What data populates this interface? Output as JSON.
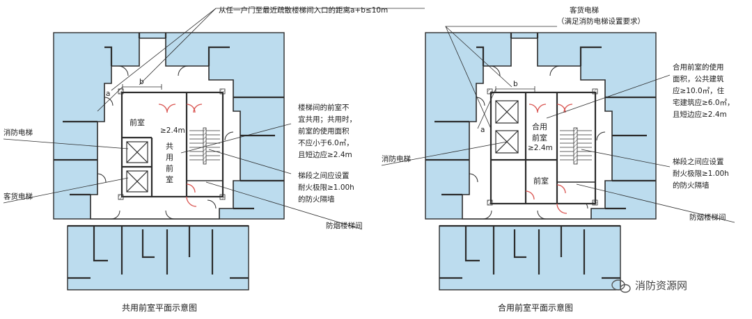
{
  "left_plan": {
    "top_note": "从任一户门至最近疏散楼梯间入口的距离a+b≤10m",
    "label_fire_elevator": "消防电梯",
    "label_freight_elevator": "客货电梯",
    "note_front_room": [
      "楼梯间的前室不",
      "宜共用；共用时，",
      "前室的使用面积",
      "不应小于6.0㎡，",
      "且短边应≥2.4m"
    ],
    "note_fire_wall": [
      "梯段之间应设置",
      "耐火极限≥1.00h",
      "的防火隔墙"
    ],
    "label_smoke_stair": "防烟楼梯间",
    "room_front": "前室",
    "room_shared_front": [
      "共",
      "用",
      "前",
      "室"
    ],
    "dim_24": "≥2.4m",
    "dim_a": "a",
    "dim_b": "b",
    "caption": "共用前室平面示意图"
  },
  "right_plan": {
    "label_freight_elevator": "客货电梯",
    "label_freight_note": "（满足消防电梯设置要求）",
    "label_fire_elevator": "消防电梯",
    "note_combined_front": [
      "合用前室的使用",
      "面积，公共建筑",
      "应≥10.0㎡，住",
      "宅建筑应≥6.0㎡，",
      "且短边应≥2.4m"
    ],
    "note_fire_wall": [
      "梯段之间应设置",
      "耐火极限≥1.00h",
      "的防火隔墙"
    ],
    "label_smoke_stair": "防烟楼梯间",
    "room_combined_front": [
      "合用",
      "前室"
    ],
    "room_front": "前室",
    "dim_24": "≥2.4m",
    "dim_a": "a",
    "dim_b": "b",
    "caption": "合用前室平面示意图"
  },
  "watermark": "消防资源网",
  "colors": {
    "apartment_fill": "#bcdcee",
    "core_fill": "#ffffff",
    "wall": "#2b2b2b",
    "door": "#d9534f",
    "text": "#1a1a1a"
  }
}
